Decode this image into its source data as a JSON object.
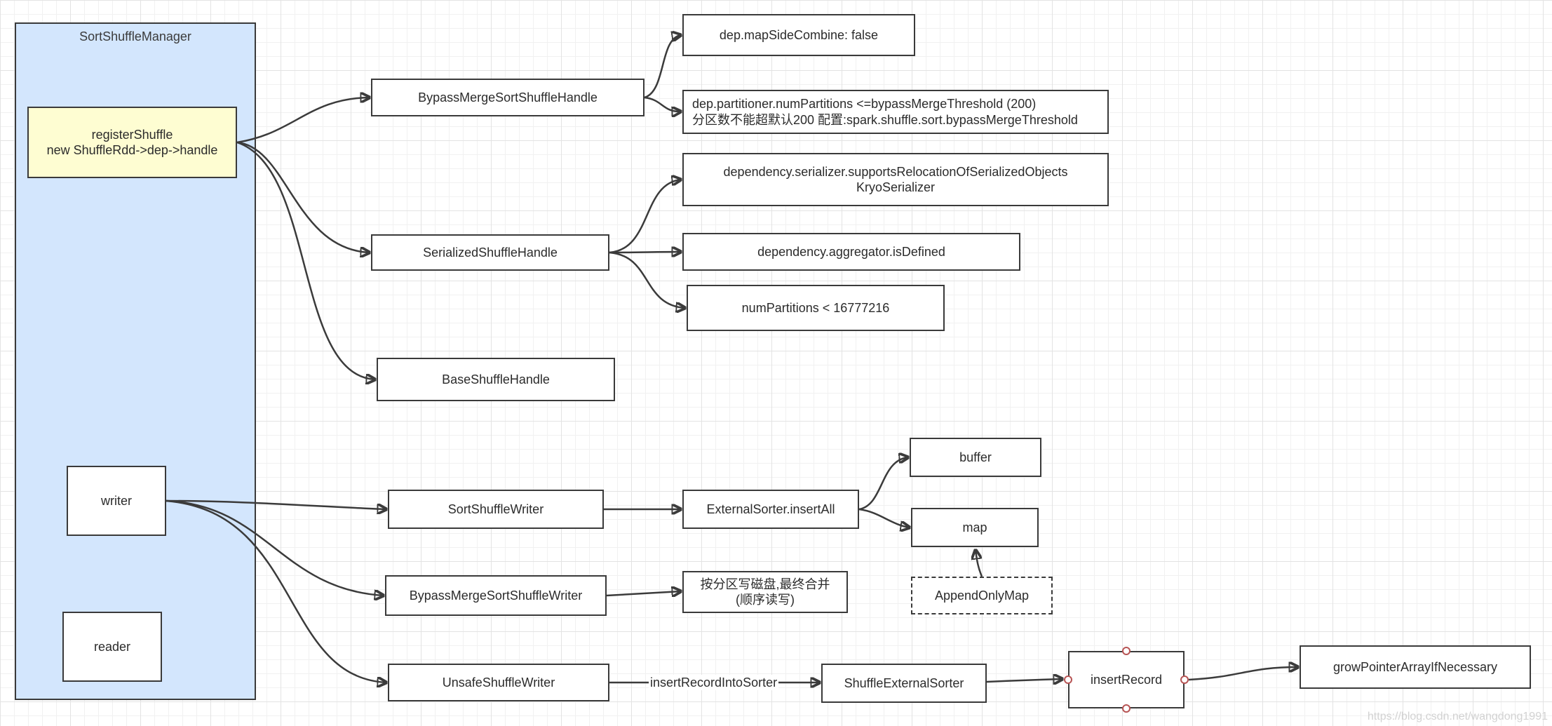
{
  "container": {
    "title": "SortShuffleManager"
  },
  "nodes": {
    "register_shuffle": "registerShuffle\nnew ShuffleRdd->dep->handle",
    "writer": "writer",
    "reader": "reader",
    "bypass_handle": "BypassMergeSortShuffleHandle",
    "serialized_handle": "SerializedShuffleHandle",
    "base_handle": "BaseShuffleHandle",
    "map_side_combine": "dep.mapSideCombine:      false",
    "num_partitions_threshold": "dep.partitioner.numPartitions <=bypassMergeThreshold (200)\n分区数不能超默认200 配置:spark.shuffle.sort.bypassMergeThreshold",
    "serializer_relocation": "dependency.serializer.supportsRelocationOfSerializedObjects\nKryoSerializer",
    "aggregator_defined": "dependency.aggregator.isDefined",
    "num_partitions_max": "numPartitions <    16777216",
    "sort_writer": "SortShuffleWriter",
    "bypass_writer": "BypassMergeSortShuffleWriter",
    "unsafe_writer": "UnsafeShuffleWriter",
    "external_sorter_insert_all": "ExternalSorter.insertAll",
    "buffer": "buffer",
    "map": "map",
    "append_only_map": "AppendOnlyMap",
    "bypass_note": "按分区写磁盘,最终合并\n(顺序读写)",
    "shuffle_external_sorter": "ShuffleExternalSorter",
    "insert_record": "insertRecord",
    "grow_pointer_array": "growPointerArrayIfNecessary"
  },
  "edge_labels": {
    "insert_record_into_sorter": "insertRecordIntoSorter"
  },
  "watermark": "https://blog.csdn.net/wangdong1991",
  "colors": {
    "container_fill": "#d3e6fd",
    "register_fill": "#fefdd2",
    "stroke": "#3a3a3a",
    "port_stroke": "#b75454"
  }
}
